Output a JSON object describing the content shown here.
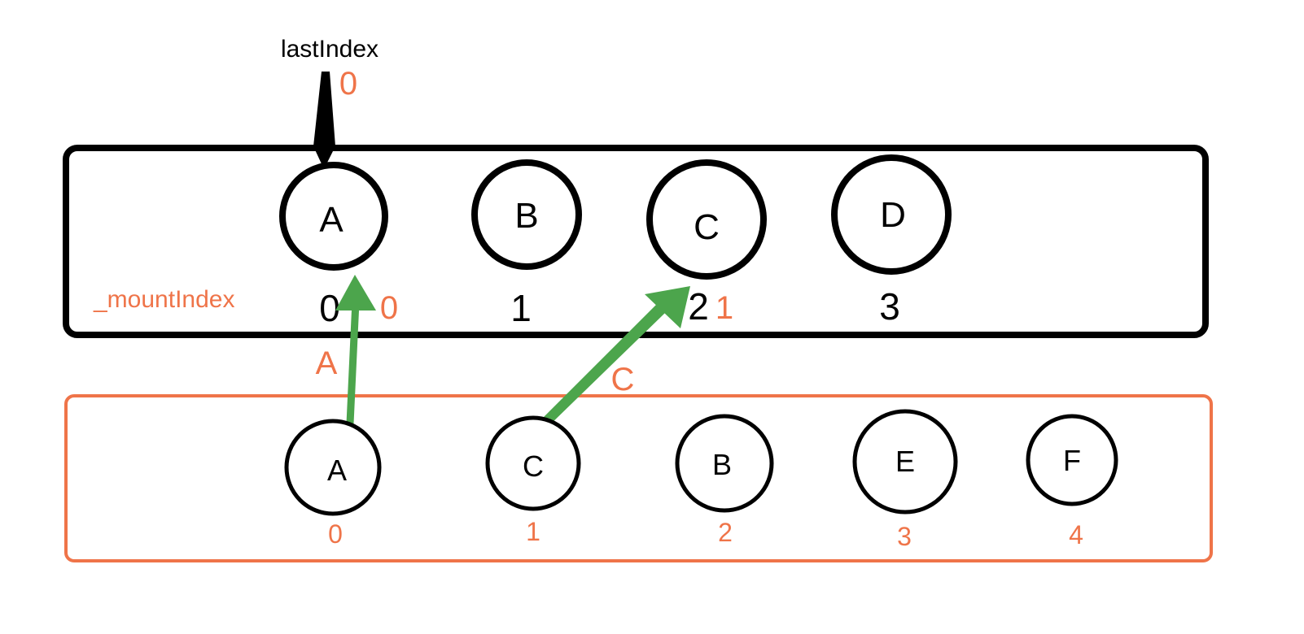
{
  "colors": {
    "ink": "#000000",
    "accent": "#ef7449",
    "arrow_green": "#4ca54c",
    "background": "#ffffff"
  },
  "last_index": {
    "label": "lastIndex",
    "value": "0"
  },
  "mount_index_label": "_mountIndex",
  "old_list": {
    "nodes": [
      {
        "label": "A",
        "index": "0",
        "mount_index": "0"
      },
      {
        "label": "B",
        "index": "1",
        "mount_index": ""
      },
      {
        "label": "C",
        "index": "2",
        "mount_index": "1"
      },
      {
        "label": "D",
        "index": "3",
        "mount_index": ""
      }
    ]
  },
  "new_list": {
    "nodes": [
      {
        "label": "A",
        "index": "0"
      },
      {
        "label": "C",
        "index": "1"
      },
      {
        "label": "B",
        "index": "2"
      },
      {
        "label": "E",
        "index": "3"
      },
      {
        "label": "F",
        "index": "4"
      }
    ]
  },
  "moves": [
    {
      "label": "A",
      "from": "A",
      "to": "A"
    },
    {
      "label": "C",
      "from": "C",
      "to": "C"
    }
  ]
}
